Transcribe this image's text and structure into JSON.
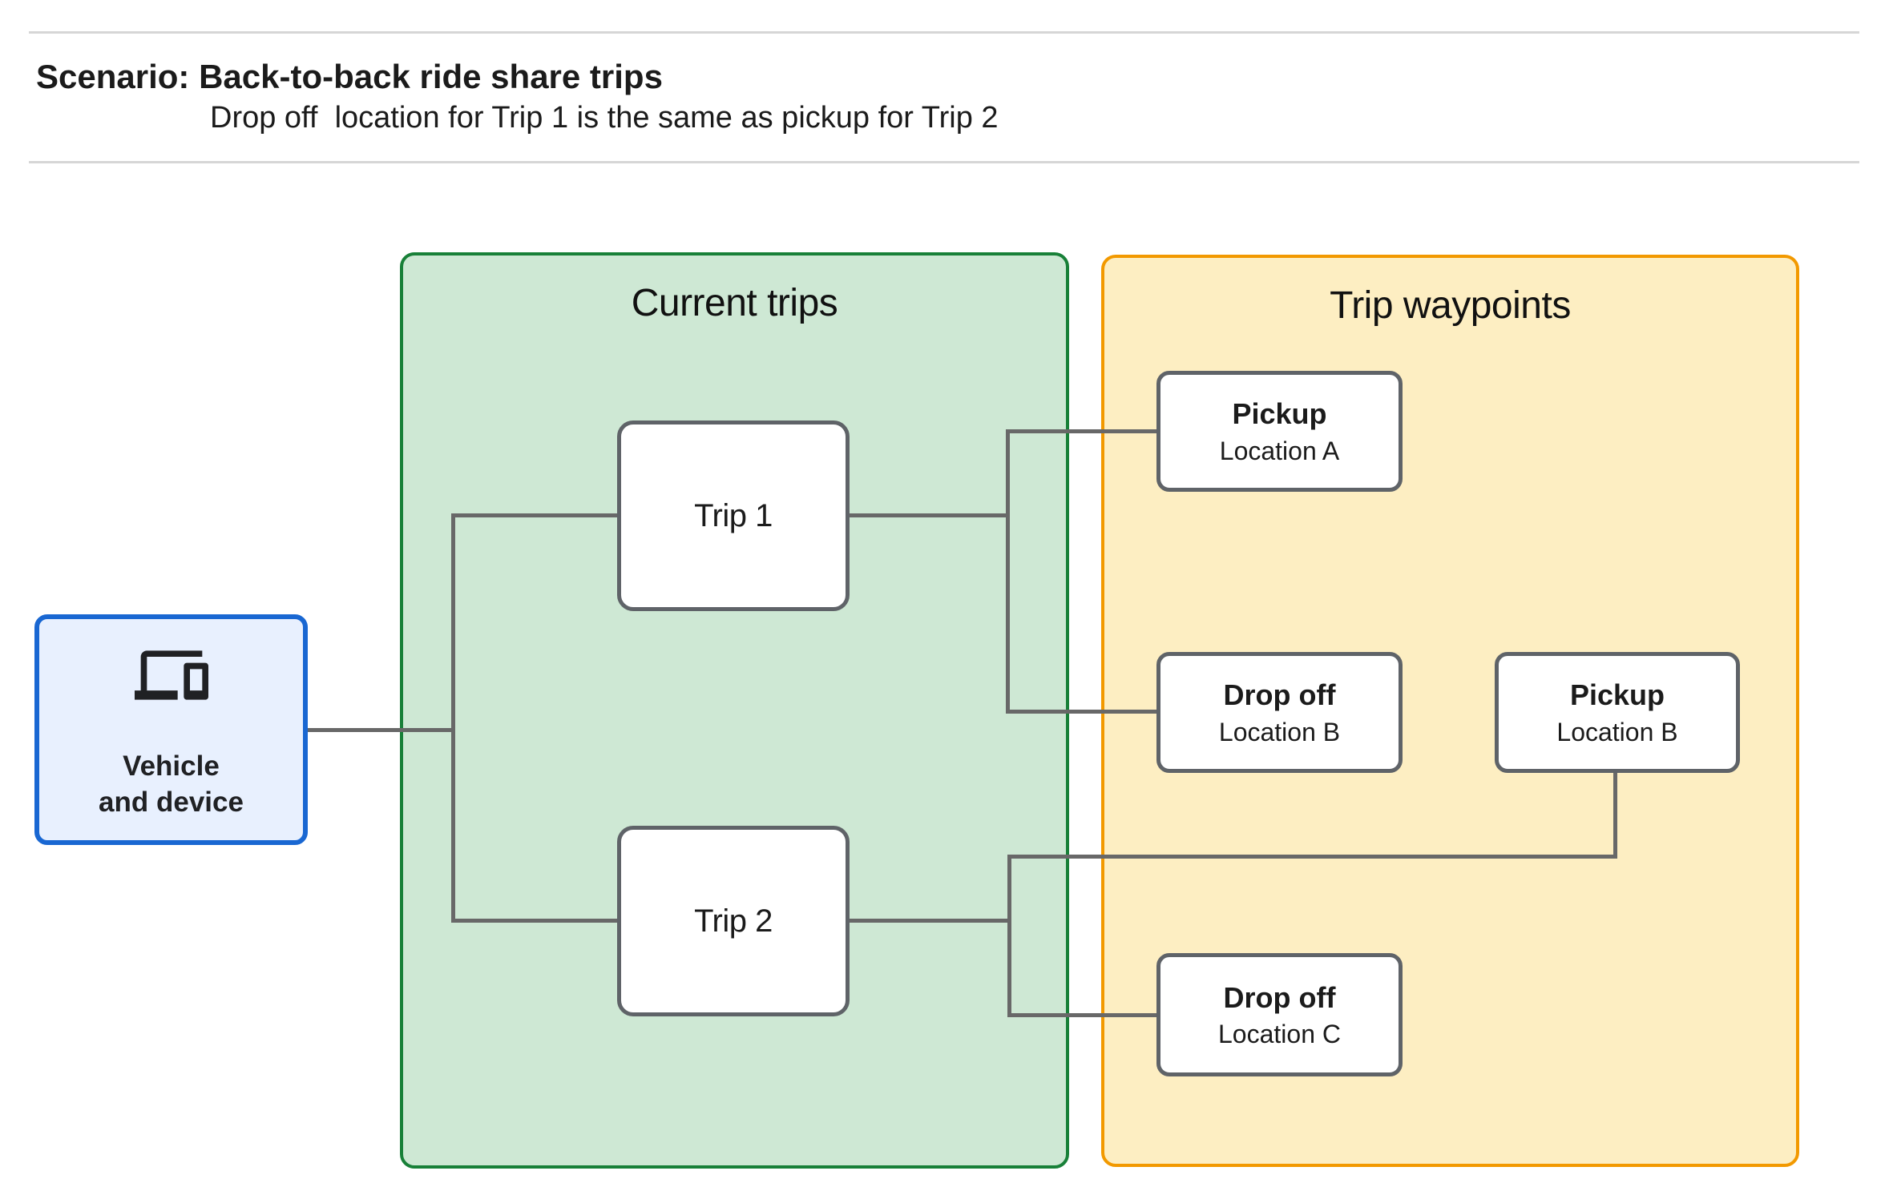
{
  "header": {
    "title": "Scenario: Back-to-back ride share trips",
    "subtitle": "Drop off  location for Trip 1 is the same as pickup for Trip 2"
  },
  "colors": {
    "connector_gray": "#686868",
    "node_border_gray": "#5f6368",
    "vehicle_fill": "#e8f0fe",
    "vehicle_border": "#1967d2",
    "current_trips_fill": "#cee8d4",
    "current_trips_border": "#188038",
    "trip_waypoints_fill": "#fdeec2",
    "trip_waypoints_border": "#f29900",
    "hairline": "#d6d6d6",
    "text": "#202124"
  },
  "diagram": {
    "vehicle": {
      "icon": "devices-icon",
      "label_line1": "Vehicle",
      "label_line2": "and device"
    },
    "groups": {
      "current_trips": {
        "title": "Current trips"
      },
      "trip_waypoints": {
        "title": "Trip waypoints"
      }
    },
    "trips": {
      "trip1": {
        "label": "Trip 1"
      },
      "trip2": {
        "label": "Trip 2"
      }
    },
    "waypoints": {
      "pickup_a": {
        "title": "Pickup",
        "subtitle": "Location A"
      },
      "dropoff_b": {
        "title": "Drop off",
        "subtitle": "Location B"
      },
      "pickup_b": {
        "title": "Pickup",
        "subtitle": "Location B"
      },
      "dropoff_c": {
        "title": "Drop off",
        "subtitle": "Location C"
      }
    }
  }
}
